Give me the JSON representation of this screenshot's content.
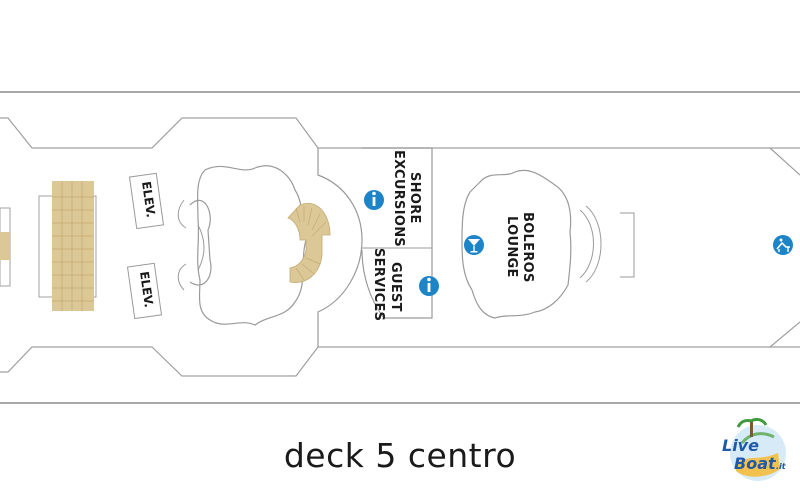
{
  "map": {
    "caption": "deck 5 centro",
    "labels": {
      "shore_line1": "SHORE",
      "shore_line2": "EXCURSIONS",
      "guest_line1": "GUEST",
      "guest_line2": "SERVICES",
      "boleros_line1": "BOLEROS",
      "boleros_line2": "LOUNGE",
      "elev_1": "ELEV.",
      "elev_2": "ELEV."
    },
    "icons": {
      "info_1": "info-icon",
      "info_2": "info-icon",
      "cocktail": "cocktail-icon",
      "lounge_chair": "lounge-chair-icon"
    },
    "logo": {
      "line1": "Live",
      "line2": "Boat",
      "suffix": ".it"
    },
    "colors": {
      "icon_blue": "#1e84c8",
      "stair_tan": "#dcc796",
      "outline": "#9a9a9a",
      "hull": "#8c8c8c"
    }
  }
}
